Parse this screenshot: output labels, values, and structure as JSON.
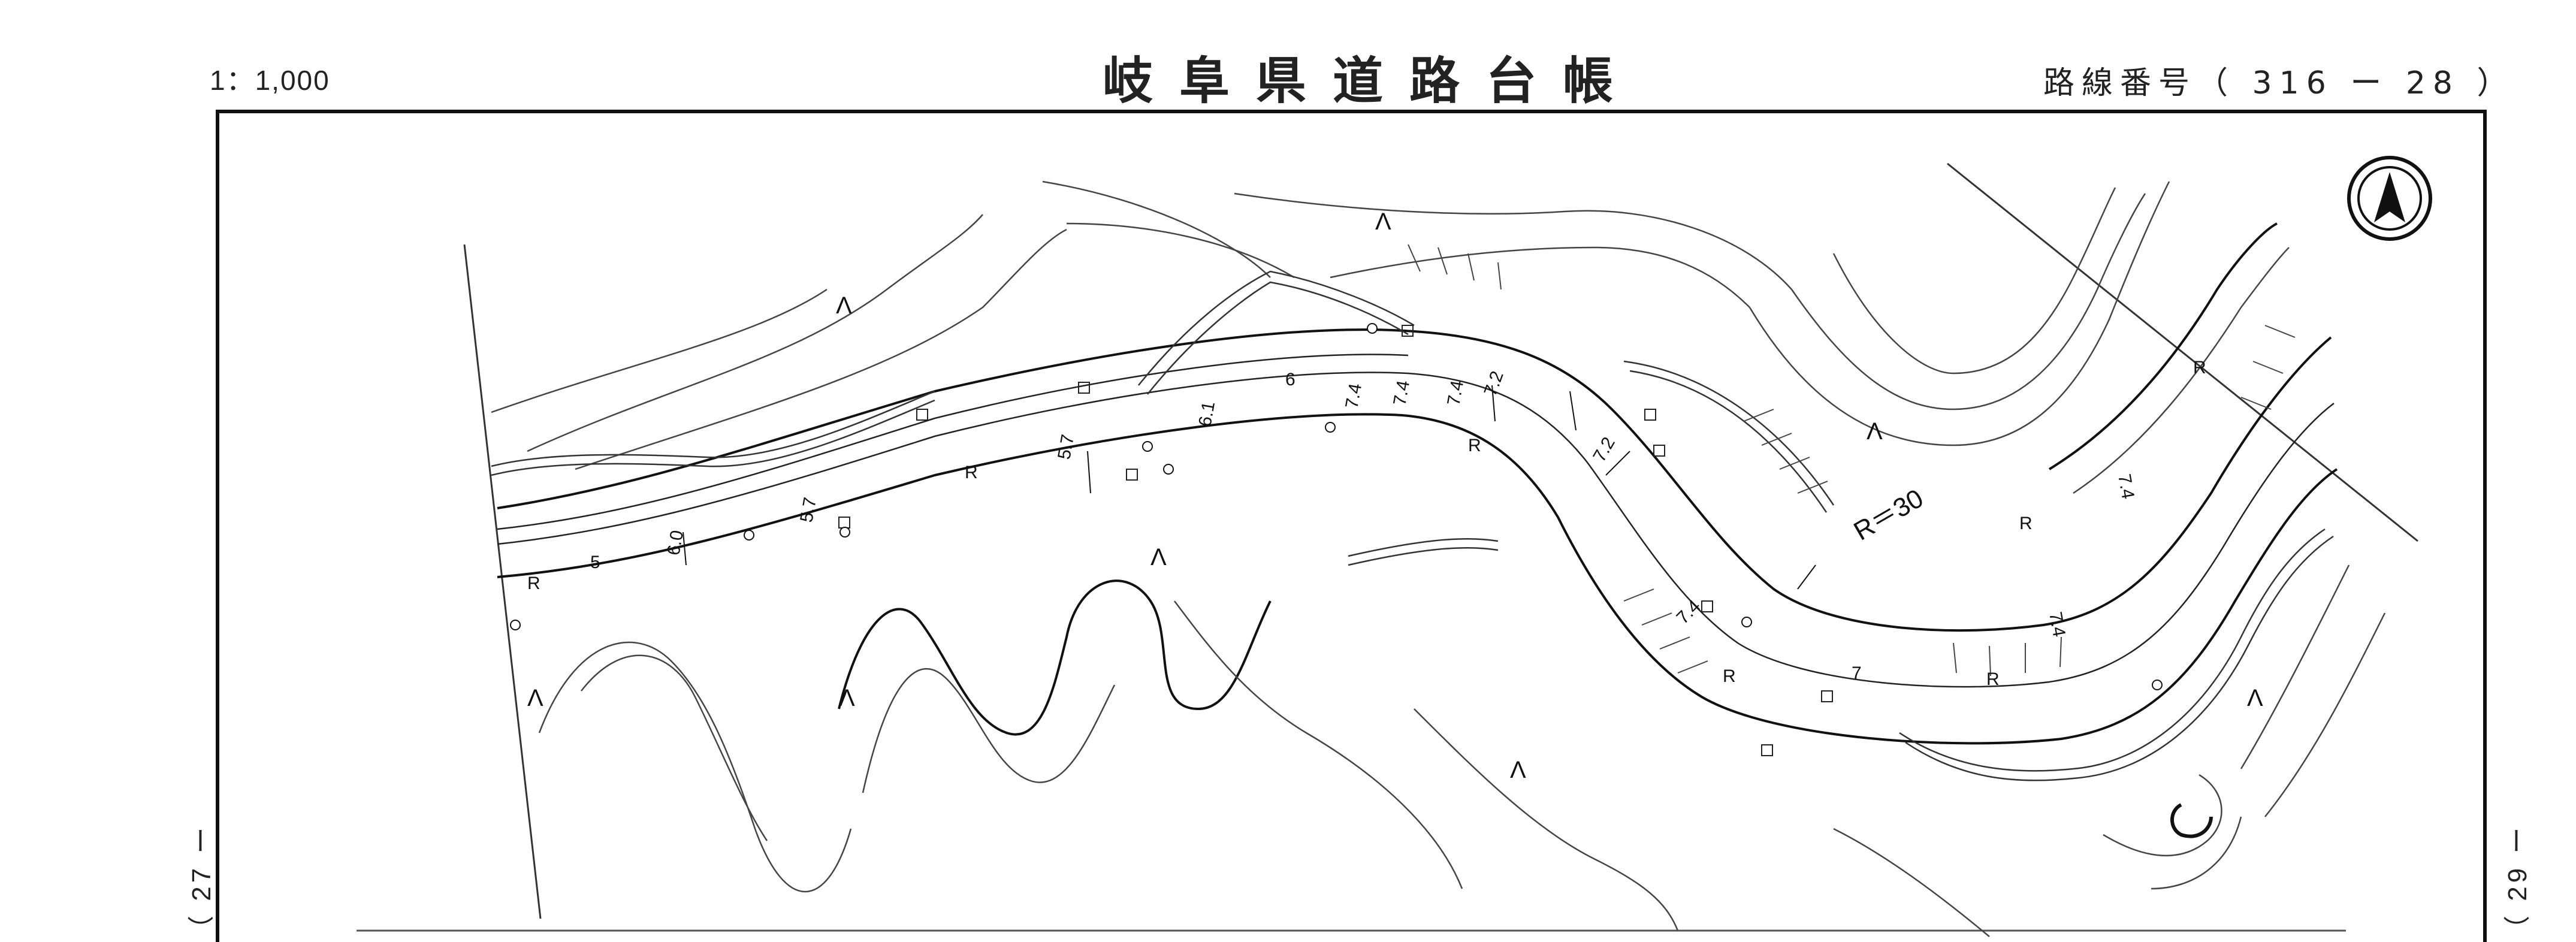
{
  "header": {
    "scale": "1：1,000",
    "title": "岐阜県道路台帳",
    "route_number": "路線番号（ 316 ー 28 ）"
  },
  "side_labels": {
    "left": "（ 27 ー",
    "right": "（ 29 ー"
  },
  "map": {
    "curve_radius_label": "R＝30",
    "lane_width_labels": [
      "5",
      "6.0",
      "5.7",
      "5.7",
      "6.1",
      "6",
      "7.4",
      "7.4",
      "7.4",
      "7.2",
      "7.2",
      "7.4",
      "7",
      "7.4",
      "7.4"
    ],
    "slope_marks": [
      "R",
      "R",
      "R",
      "R",
      "R",
      "R",
      "R"
    ],
    "mountain_symbol": "Λ"
  }
}
